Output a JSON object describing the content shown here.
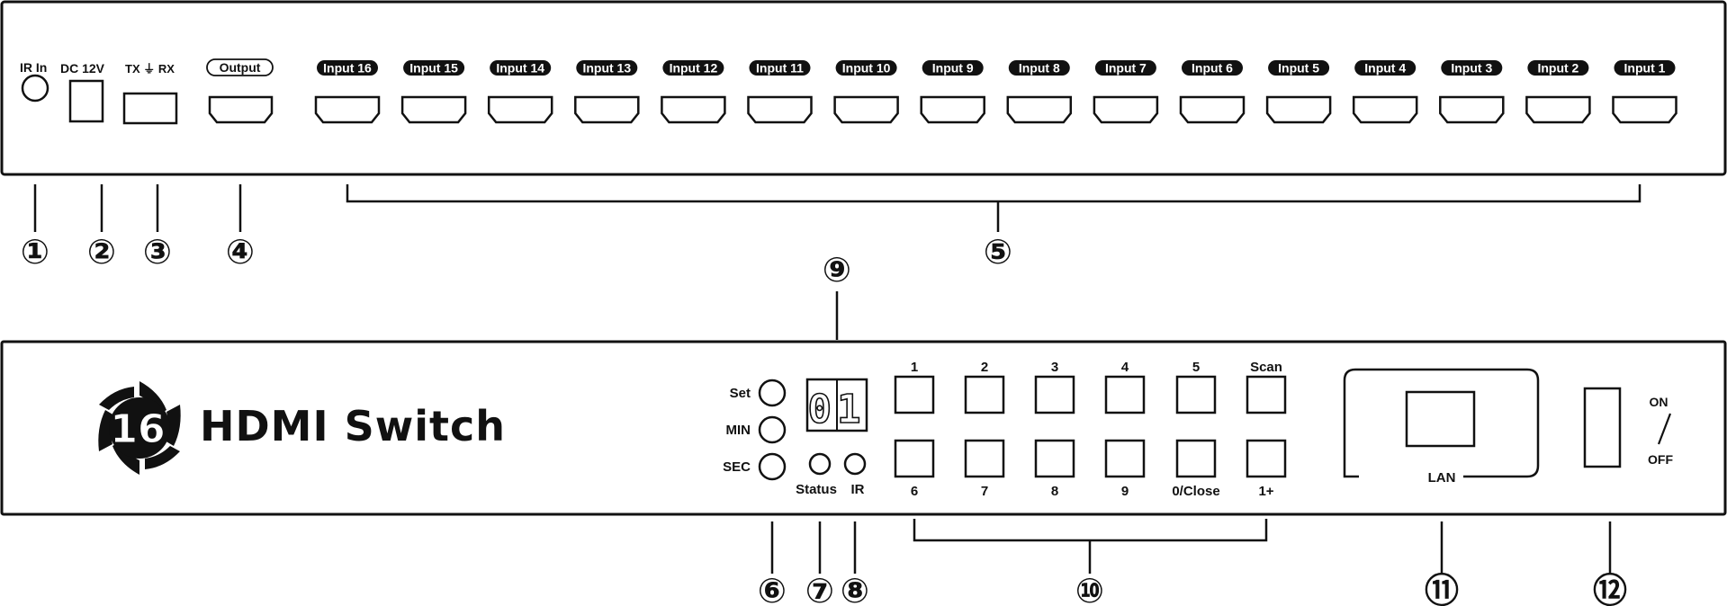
{
  "rear_panel": {
    "ir_in_label": "IR In",
    "dc_label": "DC 12V",
    "txrx_label": "TX ⏚ RX",
    "output_label": "Output",
    "inputs": [
      "Input 16",
      "Input 15",
      "Input 14",
      "Input 13",
      "Input 12",
      "Input 11",
      "Input 10",
      "Input 9",
      "Input 8",
      "Input 7",
      "Input 6",
      "Input 5",
      "Input 4",
      "Input 3",
      "Input 2",
      "Input 1"
    ]
  },
  "front_panel": {
    "logo_number": "16",
    "logo_text": "HDMI Switch",
    "set_label": "Set",
    "min_label": "MIN",
    "sec_label": "SEC",
    "display_value": "01",
    "status_label": "Status",
    "ir_label": "IR",
    "top_buttons": [
      "1",
      "2",
      "3",
      "4",
      "5",
      "Scan"
    ],
    "bottom_buttons": [
      "6",
      "7",
      "8",
      "9",
      "0/Close",
      "1+"
    ],
    "lan_label": "LAN",
    "on_label": "ON",
    "off_label": "OFF"
  },
  "callouts": [
    "①",
    "②",
    "③",
    "④",
    "⑤",
    "⑥",
    "⑦",
    "⑧",
    "⑨",
    "⑩",
    "⑪",
    "⑫"
  ],
  "colors": {
    "line": "#111111",
    "background": "#ffffff",
    "pill_fill": "#111111",
    "pill_text": "#ffffff"
  }
}
